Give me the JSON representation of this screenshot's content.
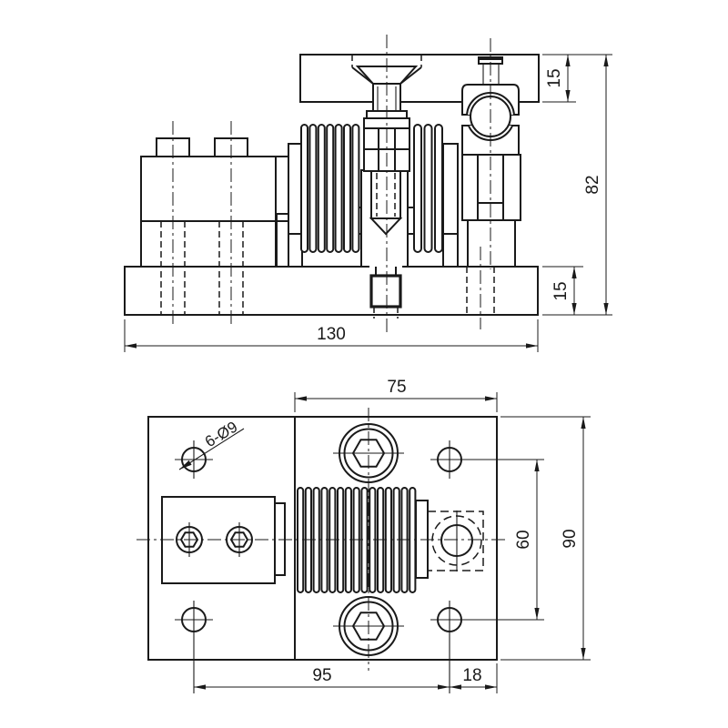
{
  "drawing": {
    "type": "engineering-drawing",
    "colors": {
      "line": "#1a1a1a",
      "background": "#ffffff"
    },
    "front_view": {
      "overall_width": "130",
      "base_thickness": "15",
      "overall_height": "82",
      "bar_thickness": "15"
    },
    "plan_view": {
      "bar_width": "75",
      "plate_depth": "90",
      "hole_spacing_v": "60",
      "hole_spacing_h": "95",
      "edge_offset": "18",
      "hole_callout": "6-Ø9"
    }
  }
}
